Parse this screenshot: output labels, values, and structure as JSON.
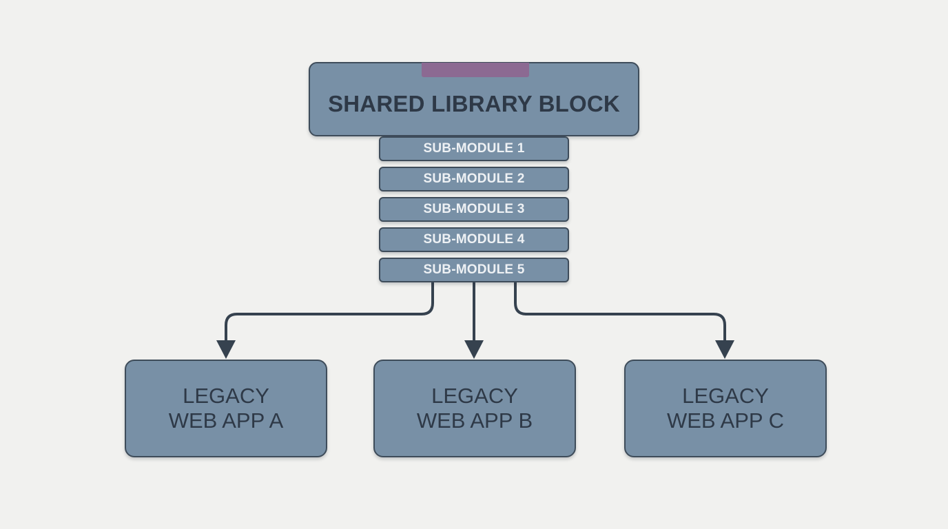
{
  "shared_library": {
    "title": "SHARED LIBRARY BLOCK",
    "tab_color": "#8c6a92"
  },
  "submodules": [
    {
      "label": "SUB-MODULE 1"
    },
    {
      "label": "SUB-MODULE 2"
    },
    {
      "label": "SUB-MODULE 3"
    },
    {
      "label": "SUB-MODULE 4"
    },
    {
      "label": "SUB-MODULE 5"
    }
  ],
  "apps": [
    {
      "line1": "LEGACY",
      "line2": "WEB APP A"
    },
    {
      "line1": "LEGACY",
      "line2": "WEB APP B"
    },
    {
      "line1": "LEGACY",
      "line2": "WEB APP C"
    }
  ],
  "colors": {
    "node_fill": "#7890a6",
    "node_border": "#3e4c5a",
    "arrow": "#36424f",
    "background": "#f1f1ef"
  }
}
